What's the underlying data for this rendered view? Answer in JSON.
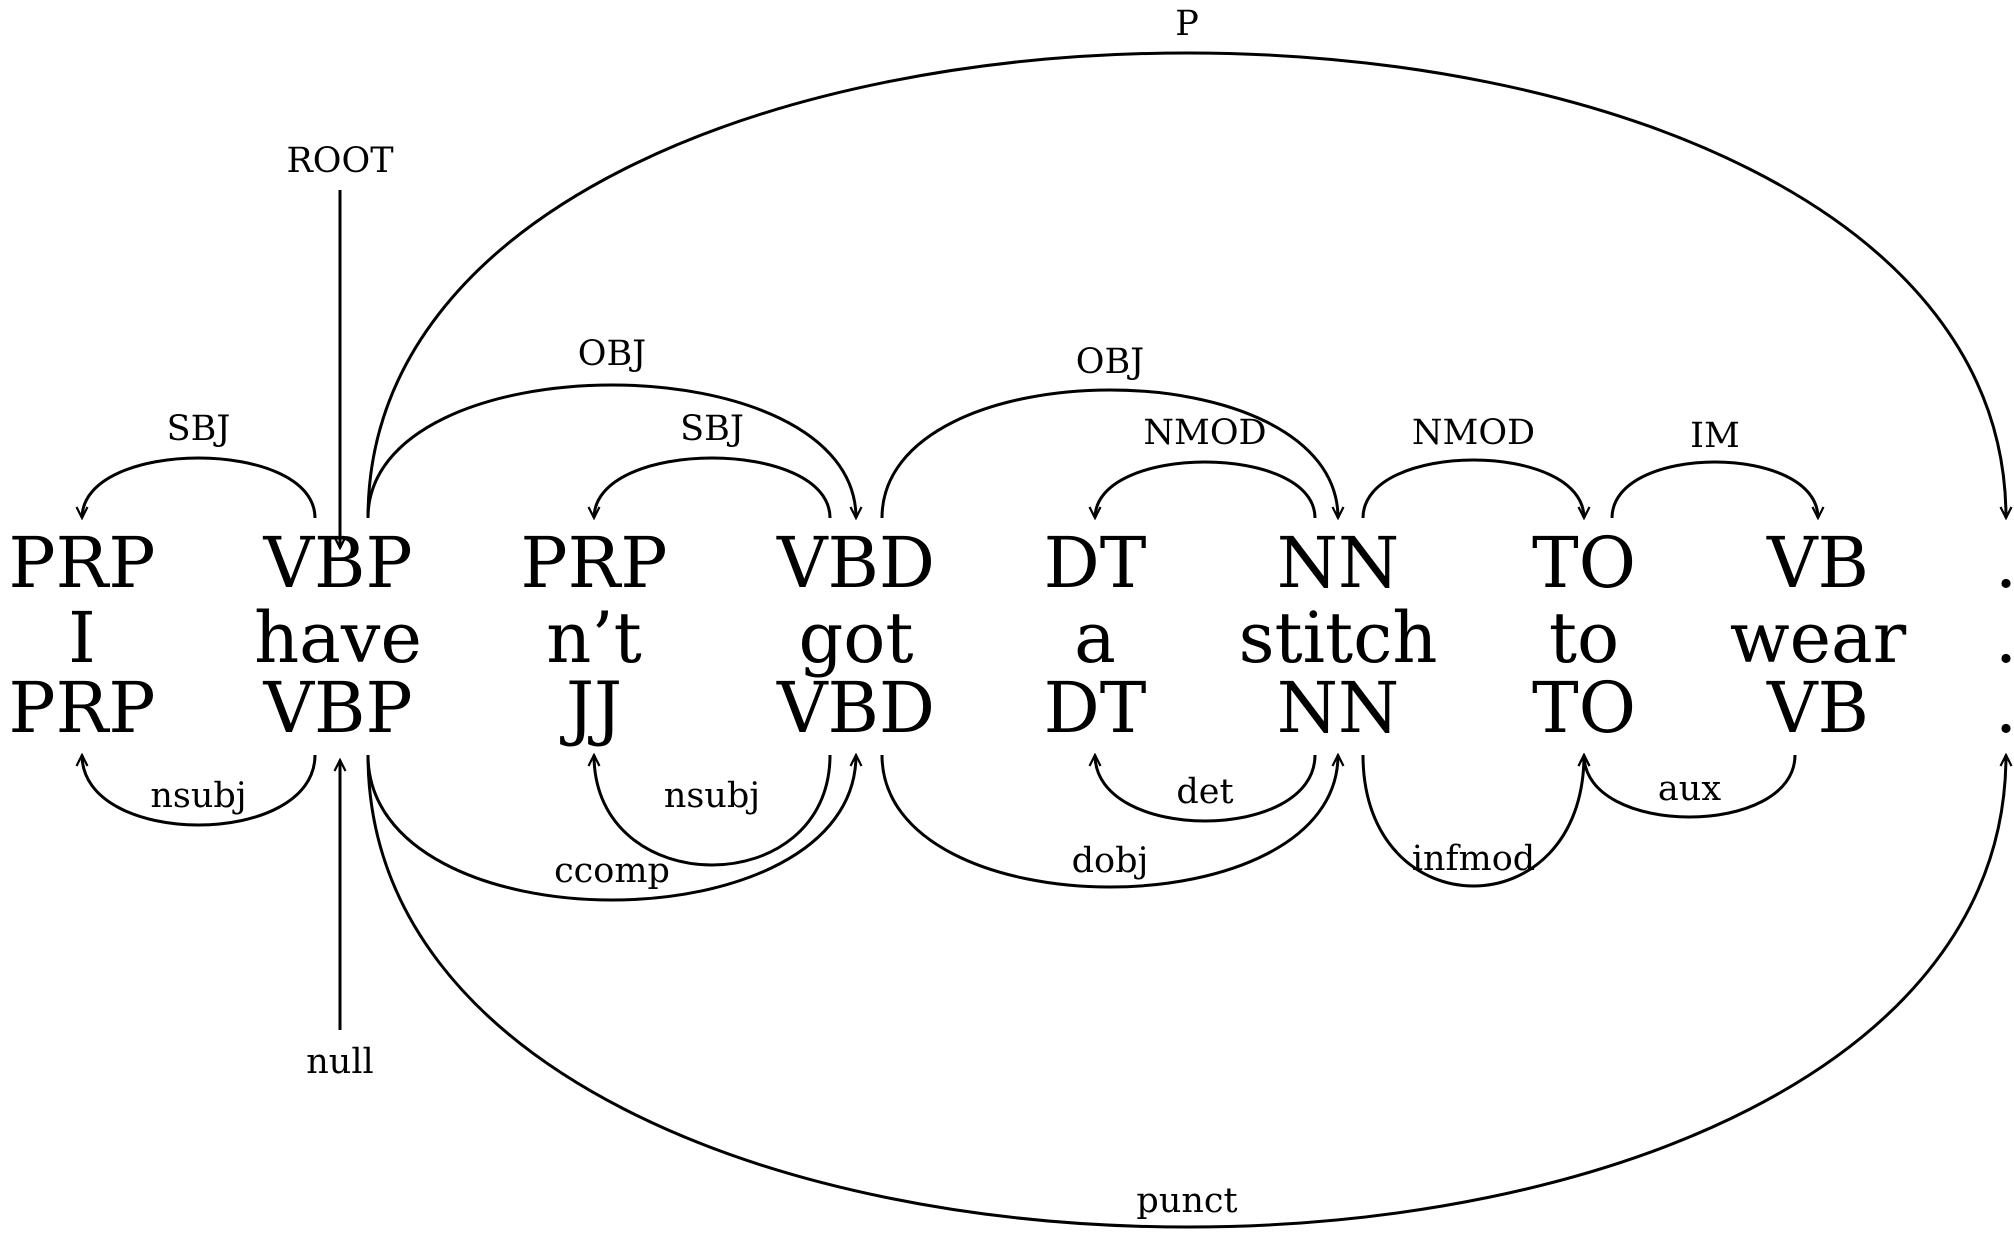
{
  "tokens": [
    {
      "top_tag": "PRP",
      "word": "I",
      "bottom_tag": "PRP"
    },
    {
      "top_tag": "VBP",
      "word": "have",
      "bottom_tag": "VBP"
    },
    {
      "top_tag": "PRP",
      "word": "n’t",
      "bottom_tag": "JJ"
    },
    {
      "top_tag": "VBD",
      "word": "got",
      "bottom_tag": "VBD"
    },
    {
      "top_tag": "DT",
      "word": "a",
      "bottom_tag": "DT"
    },
    {
      "top_tag": "NN",
      "word": "stitch",
      "bottom_tag": "NN"
    },
    {
      "top_tag": "TO",
      "word": "to",
      "bottom_tag": "TO"
    },
    {
      "top_tag": "VB",
      "word": "wear",
      "bottom_tag": "VB"
    },
    {
      "top_tag": ".",
      "word": ".",
      "bottom_tag": "."
    }
  ],
  "top_root_label": "ROOT",
  "bottom_root_label": "null",
  "top_arcs": [
    {
      "head": 1,
      "dep": 0,
      "label": "SBJ"
    },
    {
      "head": 1,
      "dep": 3,
      "label": "OBJ"
    },
    {
      "head": 3,
      "dep": 2,
      "label": "SBJ"
    },
    {
      "head": 3,
      "dep": 5,
      "label": "OBJ"
    },
    {
      "head": 5,
      "dep": 4,
      "label": "NMOD"
    },
    {
      "head": 5,
      "dep": 6,
      "label": "NMOD"
    },
    {
      "head": 6,
      "dep": 7,
      "label": "IM"
    },
    {
      "head": 1,
      "dep": 8,
      "label": "P"
    }
  ],
  "bottom_arcs": [
    {
      "head": 1,
      "dep": 0,
      "label": "nsubj"
    },
    {
      "head": 1,
      "dep": 3,
      "label": "ccomp"
    },
    {
      "head": 3,
      "dep": 2,
      "label": "nsubj"
    },
    {
      "head": 3,
      "dep": 5,
      "label": "dobj"
    },
    {
      "head": 5,
      "dep": 4,
      "label": "det"
    },
    {
      "head": 5,
      "dep": 6,
      "label": "infmod"
    },
    {
      "head": 7,
      "dep": 6,
      "label": "aux"
    },
    {
      "head": 1,
      "dep": 8,
      "label": "punct"
    }
  ]
}
